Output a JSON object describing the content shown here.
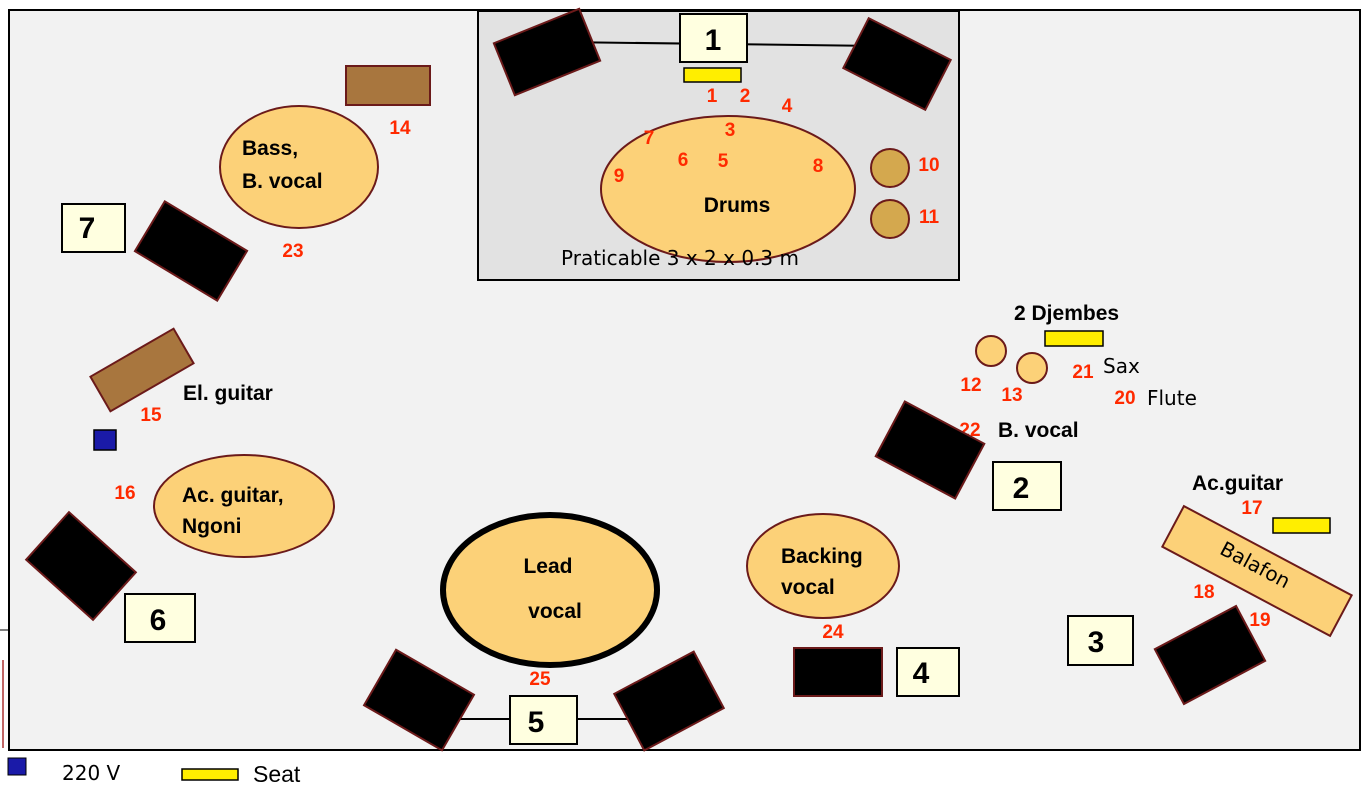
{
  "platform_label": "Praticable 3 x 2 x 0.3 m",
  "monitors": {
    "m1": "1",
    "m2": "2",
    "m3": "3",
    "m4": "4",
    "m5": "5",
    "m6": "6",
    "m7": "7"
  },
  "positions": {
    "drums": "Drums",
    "bass_line1": "Bass,",
    "bass_line2": "B. vocal",
    "ac_guitar_ngoni_line1": "Ac. guitar,",
    "ac_guitar_ngoni_line2": "Ngoni",
    "lead_line1": "Lead",
    "lead_line2": "vocal",
    "backing_line1": "Backing",
    "backing_line2": "vocal",
    "balafon": "Balafon"
  },
  "labels": {
    "el_guitar": "El. guitar",
    "djembes": "2 Djembes",
    "sax": "Sax",
    "flute": "Flute",
    "b_vocal": "B. vocal",
    "ac_guitar": "Ac.guitar"
  },
  "channels": {
    "c1": "1",
    "c2": "2",
    "c3": "3",
    "c4": "4",
    "c5": "5",
    "c6": "6",
    "c7": "7",
    "c8": "8",
    "c9": "9",
    "c10": "10",
    "c11": "11",
    "c12": "12",
    "c13": "13",
    "c14": "14",
    "c15": "15",
    "c16": "16",
    "c17": "17",
    "c18": "18",
    "c19": "19",
    "c20": "20",
    "c21": "21",
    "c22": "22",
    "c23": "23",
    "c24": "24",
    "c25": "25"
  },
  "legend": {
    "power": "220 V",
    "seat": "Seat"
  },
  "colors": {
    "stage_bg": "#f2f2f2",
    "oval_fill": "#fcd178",
    "channel_red": "#ff2a00",
    "power_blue": "#1a1aa8",
    "seat_yellow": "#ffee00",
    "amp_brown": "#a8763e"
  }
}
